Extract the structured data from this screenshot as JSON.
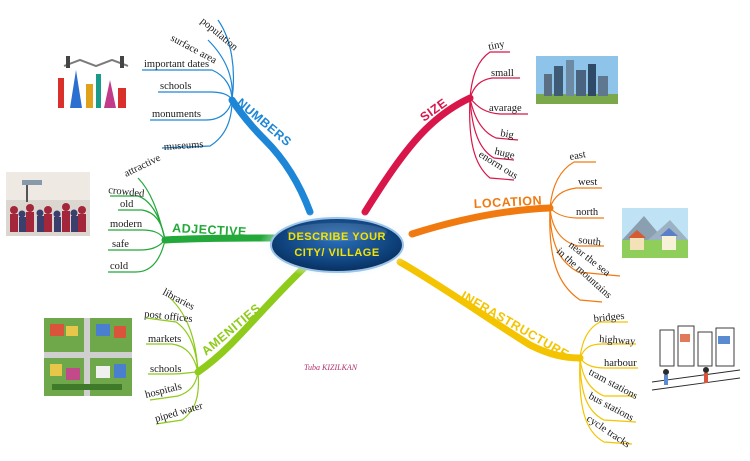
{
  "center": {
    "line1": "DESCRIBE YOUR",
    "line2": "CITY/ VILLAGE"
  },
  "author": "Tuba KIZILKAN",
  "colors": {
    "numbers": "#1d86d6",
    "size": "#d8164a",
    "adjective": "#23a83a",
    "location": "#f07a10",
    "amenities": "#8ecb1a",
    "infrastructure": "#f4c400",
    "center_fill": "#0d3f78"
  },
  "branches": {
    "numbers": {
      "label": "NUMBERS",
      "items": [
        "population",
        "surface area",
        "important dates",
        "schools",
        "monuments",
        "museums"
      ]
    },
    "size": {
      "label": "SIZE",
      "items": [
        "tiny",
        "small",
        "avarage",
        "big",
        "huge",
        "enorm ous"
      ]
    },
    "adjective": {
      "label": "ADJECTIVE",
      "items": [
        "attractive",
        "crowded",
        "old",
        "modern",
        "safe",
        "cold"
      ]
    },
    "location": {
      "label": "LOCATION",
      "items": [
        "east",
        "west",
        "north",
        "south",
        "near the sea",
        "in the mountains"
      ]
    },
    "amenities": {
      "label": "AMENITIES",
      "items": [
        "libraries",
        "post offices",
        "markets",
        "schools",
        "hospitals",
        "piped water"
      ]
    },
    "infrastructure": {
      "label": "INFRASTRUCTURE",
      "items": [
        "bridges",
        "highway",
        "harbour",
        "tram stations",
        "bus stations",
        "cycle tracks"
      ]
    }
  },
  "images": {
    "numbers": "landmarks-illustration",
    "size": "skyline-photo",
    "adjective": "crowd-photo",
    "location": "village-illustration",
    "amenities": "town-map-illustration",
    "infrastructure": "street-sketch-illustration"
  }
}
